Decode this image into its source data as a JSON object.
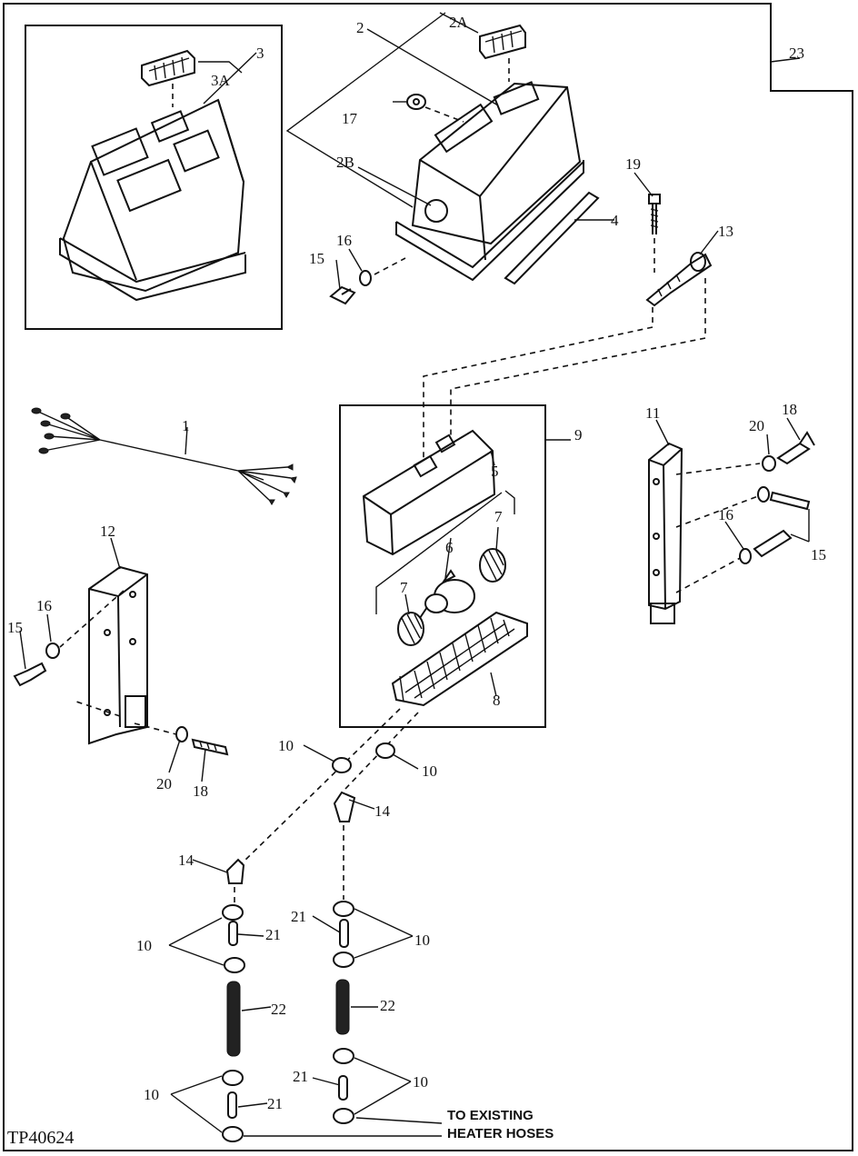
{
  "figure_id": "TP40624",
  "note_line1": "TO EXISTING",
  "note_line2": "HEATER HOSES",
  "labels": {
    "l1": "1",
    "l2": "2",
    "l2A": "2A",
    "l2B": "2B",
    "l3": "3",
    "l3A": "3A",
    "l4": "4",
    "l5": "5",
    "l6": "6",
    "l7a": "7",
    "l7b": "7",
    "l8": "8",
    "l9": "9",
    "l10a": "10",
    "l10b": "10",
    "l10c": "10",
    "l10d": "10",
    "l10e": "10",
    "l10f": "10",
    "l11": "11",
    "l12": "12",
    "l13": "13",
    "l14a": "14",
    "l14b": "14",
    "l15a": "15",
    "l15b": "15",
    "l15c": "15",
    "l16a": "16",
    "l16b": "16",
    "l16c": "16",
    "l17": "17",
    "l18a": "18",
    "l18b": "18",
    "l19": "19",
    "l20a": "20",
    "l20b": "20",
    "l21a": "21",
    "l21b": "21",
    "l21c": "21",
    "l21d": "21",
    "l22a": "22",
    "l22b": "22",
    "l23": "23"
  }
}
